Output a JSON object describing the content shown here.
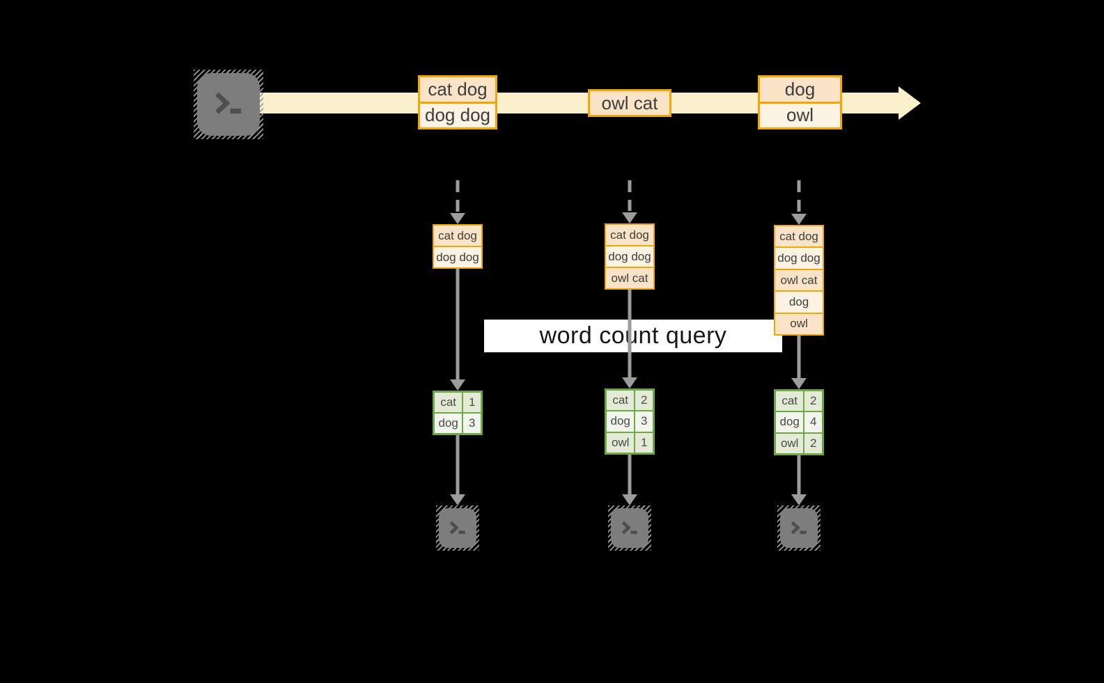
{
  "label": {
    "text": "word count query"
  },
  "colors": {
    "background": "#000000",
    "stream_band": "#FBF0CC",
    "event_border": "#F2A705",
    "event_fill_dark": "#FAE3C6",
    "event_fill_light": "#FDF3E4",
    "table_border": "#6FA746",
    "table_fill_dark": "#E3EBD6",
    "table_fill_light": "#F1F5EC",
    "arrow_gray": "#9c9c9c",
    "terminal_gray": "#7d7d7d"
  },
  "stream": {
    "source_icon": "terminal-icon",
    "events": [
      {
        "lines": [
          "cat dog",
          "dog dog"
        ]
      },
      {
        "lines": [
          "owl cat"
        ]
      },
      {
        "lines": [
          "dog",
          "owl"
        ]
      }
    ]
  },
  "columns": [
    {
      "state_rows": [
        "cat dog",
        "dog dog"
      ],
      "counts": [
        {
          "word": "cat",
          "count": "1"
        },
        {
          "word": "dog",
          "count": "3"
        }
      ],
      "sink_icon": "terminal-icon"
    },
    {
      "state_rows": [
        "cat dog",
        "dog dog",
        "owl cat"
      ],
      "counts": [
        {
          "word": "cat",
          "count": "2"
        },
        {
          "word": "dog",
          "count": "3"
        },
        {
          "word": "owl",
          "count": "1"
        }
      ],
      "sink_icon": "terminal-icon"
    },
    {
      "state_rows": [
        "cat dog",
        "dog dog",
        "owl cat",
        "dog",
        "owl"
      ],
      "counts": [
        {
          "word": "cat",
          "count": "2"
        },
        {
          "word": "dog",
          "count": "4"
        },
        {
          "word": "owl",
          "count": "2"
        }
      ],
      "sink_icon": "terminal-icon"
    }
  ]
}
